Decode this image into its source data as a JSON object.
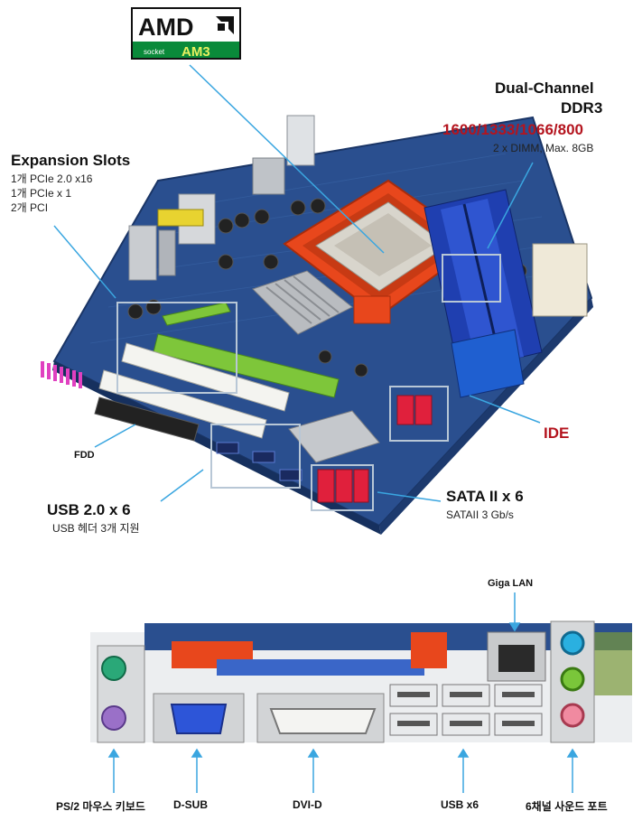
{
  "logo": {
    "brand": "AMD",
    "socket_prefix": "socket",
    "socket_name": "AM3",
    "brand_color": "#000000",
    "accent_color": "#0a8a3a"
  },
  "memory": {
    "line1": "Dual-Channel",
    "line2": "DDR3",
    "speeds": "1600/1333/1066/800",
    "detail": "2 x DIMM, Max. 8GB"
  },
  "expansion": {
    "title": "Expansion Slots",
    "lines": [
      "1개 PCIe 2.0 x16",
      "1개 PCIe x 1",
      "2개 PCI"
    ]
  },
  "ide": {
    "label": "IDE"
  },
  "fdd": {
    "label": "FDD"
  },
  "usb": {
    "title": "USB 2.0 x 6",
    "detail": "USB 헤더 3개 지원"
  },
  "sata": {
    "title": "SATA II x 6",
    "detail": "SATAII 3 Gb/s"
  },
  "rear": {
    "giga_lan": "Giga LAN",
    "ports": [
      "PS/2 마우스 키보드",
      "D-SUB",
      "DVI-D",
      "USB x6",
      "6채널 사운드 포트"
    ]
  },
  "colors": {
    "pcb": "#2a4f8f",
    "callout_line": "#3aa6e0",
    "highlight_box": "#b8c7d6",
    "red_text": "#b4141e",
    "socket_orange": "#e8471c",
    "dimm_blue": "#1f3fb0",
    "pcie_green": "#7ec63a",
    "sata_red": "#e0203c"
  }
}
